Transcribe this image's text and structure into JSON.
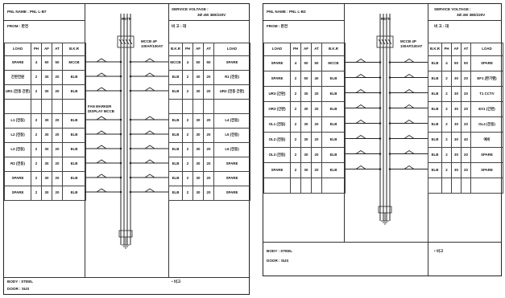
{
  "left": {
    "panel_name": "PNL NAME : PNL L-B7",
    "service_voltage": "SERVICE VOLTAGE :",
    "service_voltage_value": "3Ø 4W 380/220V",
    "from": "FROM : 판전",
    "to": "비 고 : 대",
    "bus_label": "RSTN",
    "main_breaker_label": "MCCB 4P",
    "main_breaker_rating": "100AF/100AT",
    "mid_annotation": "FAN MARKER",
    "mid_annotation_2": "DISPLAY MCCB",
    "body": "BODY : STEEL",
    "door": "DOOR : SUS",
    "note": "• 비고",
    "headers": [
      "LOAD",
      "PH",
      "AF",
      "AT",
      "B.K.R"
    ],
    "right_headers": [
      "B.K.R",
      "PH",
      "AF",
      "AT",
      "LOAD"
    ],
    "rows": [
      [
        "SPARE",
        "4",
        "50",
        "50",
        "MCCB"
      ],
      [
        "간판전원",
        "2",
        "30",
        "20",
        "ELB"
      ],
      [
        "UR1 (전등 간판)",
        "2",
        "30",
        "20",
        "ELB"
      ],
      [
        "",
        "",
        "",
        "",
        ""
      ],
      [
        "L1 (전등)",
        "2",
        "30",
        "20",
        "ELB"
      ],
      [
        "L2 (전등)",
        "2",
        "30",
        "20",
        "ELB"
      ],
      [
        "L3 (전등)",
        "2",
        "30",
        "20",
        "ELB"
      ],
      [
        "R2 (전등)",
        "2",
        "30",
        "20",
        "ELB"
      ],
      [
        "SPARE",
        "2",
        "30",
        "20",
        "ELB"
      ],
      [
        "SPARE",
        "2",
        "30",
        "20",
        "ELB"
      ]
    ],
    "right_rows": [
      [
        "MCCB",
        "4",
        "50",
        "50",
        "SPARE"
      ],
      [
        "ELB",
        "2",
        "30",
        "20",
        "R1 (전등)"
      ],
      [
        "ELB",
        "2",
        "30",
        "20",
        "UR2 (전등 간판)"
      ],
      [
        "",
        "",
        "",
        "",
        ""
      ],
      [
        "ELB",
        "2",
        "30",
        "20",
        "L4 (전등)"
      ],
      [
        "ELB",
        "2",
        "30",
        "20",
        "L5 (전등)"
      ],
      [
        "ELB",
        "2",
        "30",
        "20",
        "L6 (전등)"
      ],
      [
        "ELB",
        "2",
        "30",
        "20",
        "SPARE"
      ],
      [
        "ELB",
        "2",
        "30",
        "20",
        "SPARE"
      ],
      [
        "ELB",
        "2",
        "30",
        "20",
        "SPARE"
      ]
    ]
  },
  "right": {
    "panel_name": "PNL NAME : PNL L-B3",
    "service_voltage": "SERVICE VOLTAGE :",
    "service_voltage_value": "3Ø 4W 380/220V",
    "from": "FROM : 판전",
    "to": "비 고 : 대",
    "bus_label": "RSTN",
    "main_breaker_label": "MCCB 4P",
    "main_breaker_rating": "100AF/100AT",
    "body": "BODY : STEEL",
    "door": "DOOR : SUS",
    "note": "• 비고",
    "headers": [
      "LOAD",
      "PH",
      "AF",
      "AT",
      "B.K.R"
    ],
    "right_headers": [
      "B.K.R",
      "PH",
      "AF",
      "AT",
      "LOAD"
    ],
    "rows": [
      [
        "SPARE",
        "4",
        "50",
        "50",
        "MCCB"
      ],
      [
        "SPARE",
        "2",
        "50",
        "40",
        "ELB"
      ],
      [
        "UR3 (간판)",
        "2",
        "30",
        "20",
        "ELB"
      ],
      [
        "OR3 (간판)",
        "2",
        "30",
        "20",
        "ELB"
      ],
      [
        "OL1 (전등)",
        "2",
        "30",
        "20",
        "ELB"
      ],
      [
        "OL2 (전등)",
        "2",
        "30",
        "20",
        "ELB"
      ],
      [
        "OL3 (전등)",
        "2",
        "30",
        "20",
        "ELB"
      ],
      [
        "SPARE",
        "2",
        "30",
        "20",
        "ELB"
      ],
      [
        "",
        "",
        "",
        "",
        ""
      ]
    ],
    "right_rows": [
      [
        "ELB",
        "4",
        "50",
        "50",
        "SPARE"
      ],
      [
        "ELB",
        "2",
        "30",
        "20",
        "EF1 (환기팬)"
      ],
      [
        "ELB",
        "2",
        "30",
        "20",
        "T1 CCTV"
      ],
      [
        "ELB",
        "2",
        "30",
        "20",
        "EX1 (간판)"
      ],
      [
        "ELB",
        "2",
        "30",
        "20",
        "OL4 (전등)"
      ],
      [
        "ELB",
        "2",
        "30",
        "40",
        "예비"
      ],
      [
        "ELB",
        "2",
        "30",
        "20",
        "SPARE"
      ],
      [
        "ELB",
        "2",
        "30",
        "20",
        "SPARE"
      ],
      [
        "",
        "",
        "",
        "",
        ""
      ]
    ]
  }
}
